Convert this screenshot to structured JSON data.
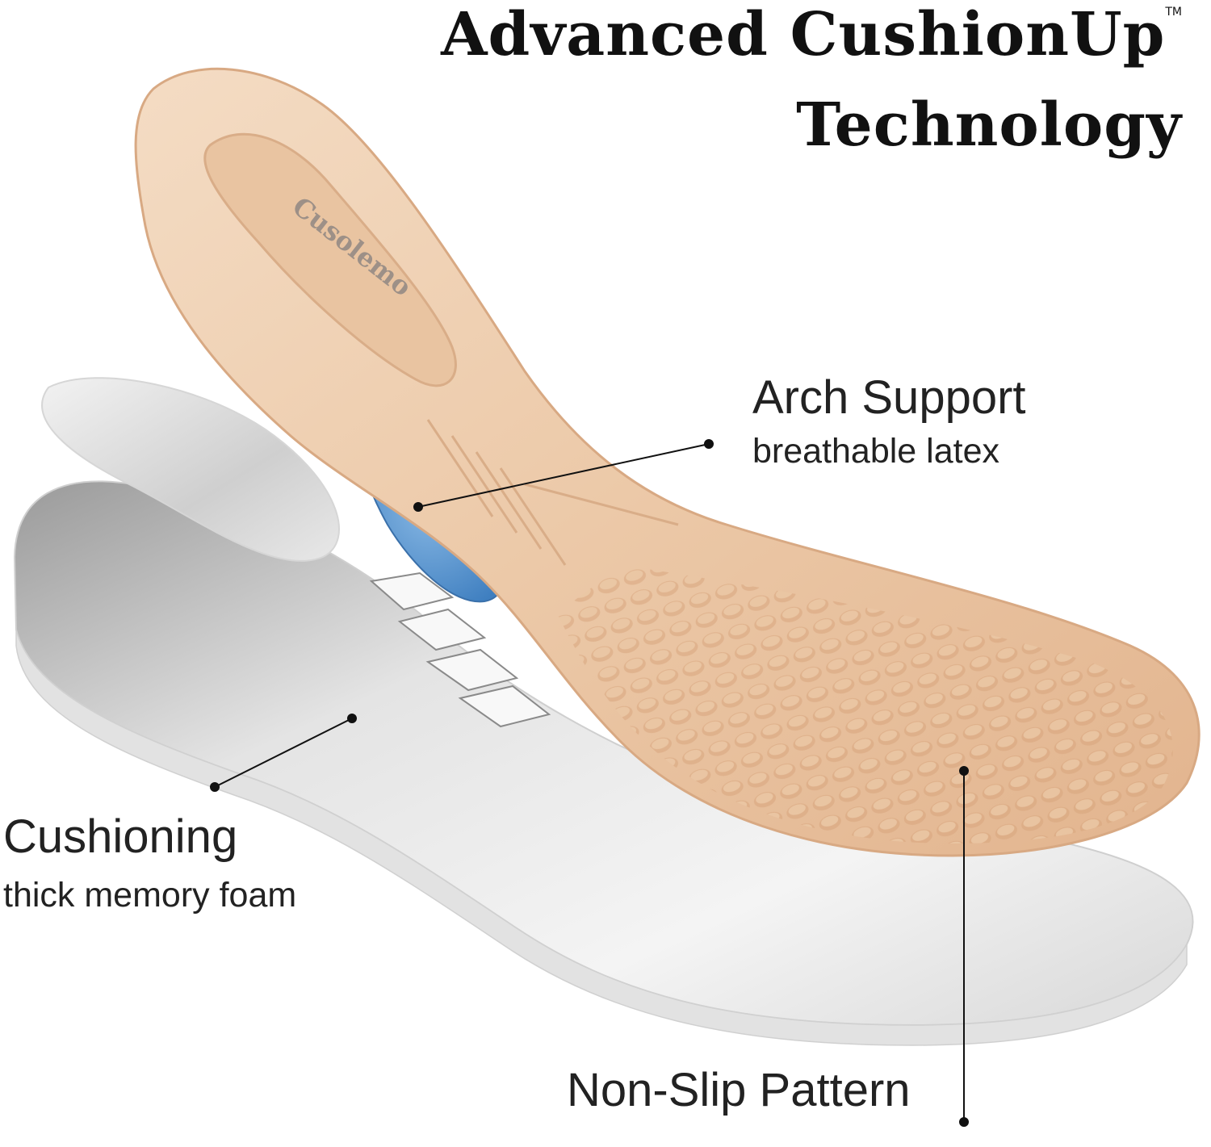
{
  "title": {
    "line1": "Advanced CushionUp",
    "trademark": "TM",
    "line2": "Technology"
  },
  "brand_logo_text": "Cusolemo",
  "callouts": {
    "arch": {
      "label": "Arch Support",
      "sublabel": "breathable latex"
    },
    "cushioning": {
      "label": "Cushioning",
      "sublabel": "thick memory foam"
    },
    "nonslip": {
      "label": "Non-Slip Pattern"
    }
  },
  "colors": {
    "insole_top": "#ecc9a8",
    "insole_edge": "#dcae8a",
    "arch_insert": "#6fa3d6",
    "foam_layer": "#d9d9d9",
    "heel_pad": "#e6e6e6",
    "text": "#222222"
  }
}
